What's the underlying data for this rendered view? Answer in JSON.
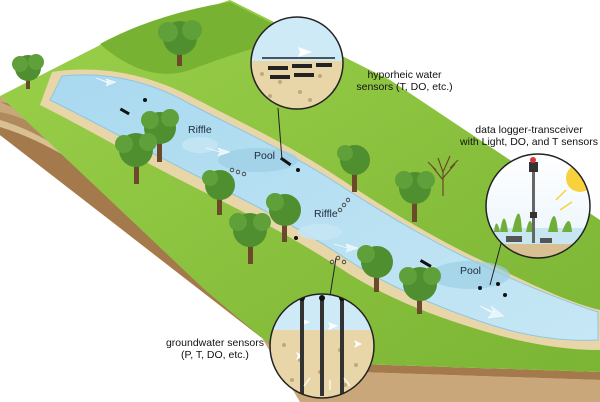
{
  "labels": {
    "hyporheic": {
      "line1": "hyporheic water",
      "line2": "sensors (T, DO, etc.)"
    },
    "logger": {
      "line1": "data logger-transceiver",
      "line2": "with Light, DO, and T sensors"
    },
    "groundwater": {
      "line1": "groundwater sensors",
      "line2": "(P, T, DO, etc.)"
    }
  },
  "features": {
    "riffle_upper": "Riffle",
    "pool_upper": "Pool",
    "riffle_lower": "Riffle",
    "pool_lower": "Pool"
  },
  "colors": {
    "grass_top": "#8dc63f",
    "grass_dark": "#6ea92e",
    "water": "#b7dff0",
    "water_edge": "#8cc6e2",
    "sand": "#e8d6a8",
    "soil_layers": [
      "#c9a77a",
      "#b08a5c",
      "#d9c092",
      "#a47a4c",
      "#e3cfa4"
    ],
    "tree_canopy": "#4f8f2f",
    "tree_trunk": "#6b4a2b"
  }
}
